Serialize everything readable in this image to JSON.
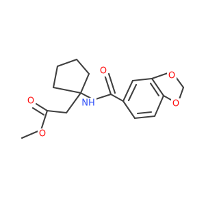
{
  "molecule": {
    "atoms": {
      "o_ester_carbonyl": {
        "label": "O",
        "color": "#ff0d0d"
      },
      "o_ester_methoxy": {
        "label": "O",
        "color": "#ff0d0d"
      },
      "n_amide": {
        "label": "NH",
        "color": "#3050f8"
      },
      "o_amide_carbonyl": {
        "label": "O",
        "color": "#ff0d0d"
      },
      "o_dioxole_upper": {
        "label": "O",
        "color": "#ff0d0d"
      },
      "o_dioxole_lower": {
        "label": "O",
        "color": "#ff0d0d"
      }
    },
    "bond_color": "#404040"
  }
}
